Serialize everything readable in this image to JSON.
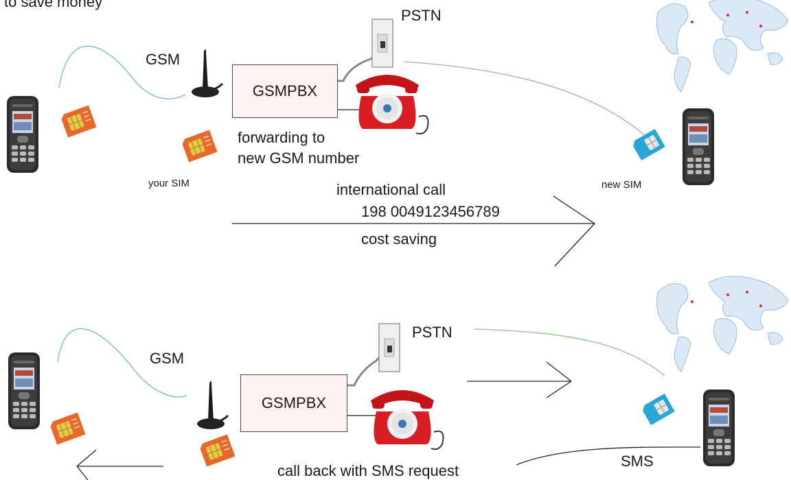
{
  "header": {
    "title": "to save money"
  },
  "top": {
    "gsm_label": "GSM",
    "pstn_label": "PSTN",
    "pbx_label": "GSMPBX",
    "forwarding_line1": "forwarding to",
    "forwarding_line2": "new GSM number",
    "your_sim_label": "your SIM",
    "new_sim_label": "new SIM",
    "call_type": "international call",
    "dial_number": "198 0049123456789",
    "benefit": "cost saving"
  },
  "bottom": {
    "gsm_label": "GSM",
    "pstn_label": "PSTN",
    "pbx_label": "GSMPBX",
    "sms_label": "SMS",
    "callback_label": "call back with SMS request"
  },
  "colors": {
    "wireless_wave": "#7cc0d8",
    "pstn_link": "#8fc08a",
    "phone_red": "#d81e24",
    "sim_orange": "#e8672a",
    "sim_blue": "#2aa6d6",
    "pbx_fill": "#fdf1f1",
    "map_blue": "#dbe9f6"
  }
}
